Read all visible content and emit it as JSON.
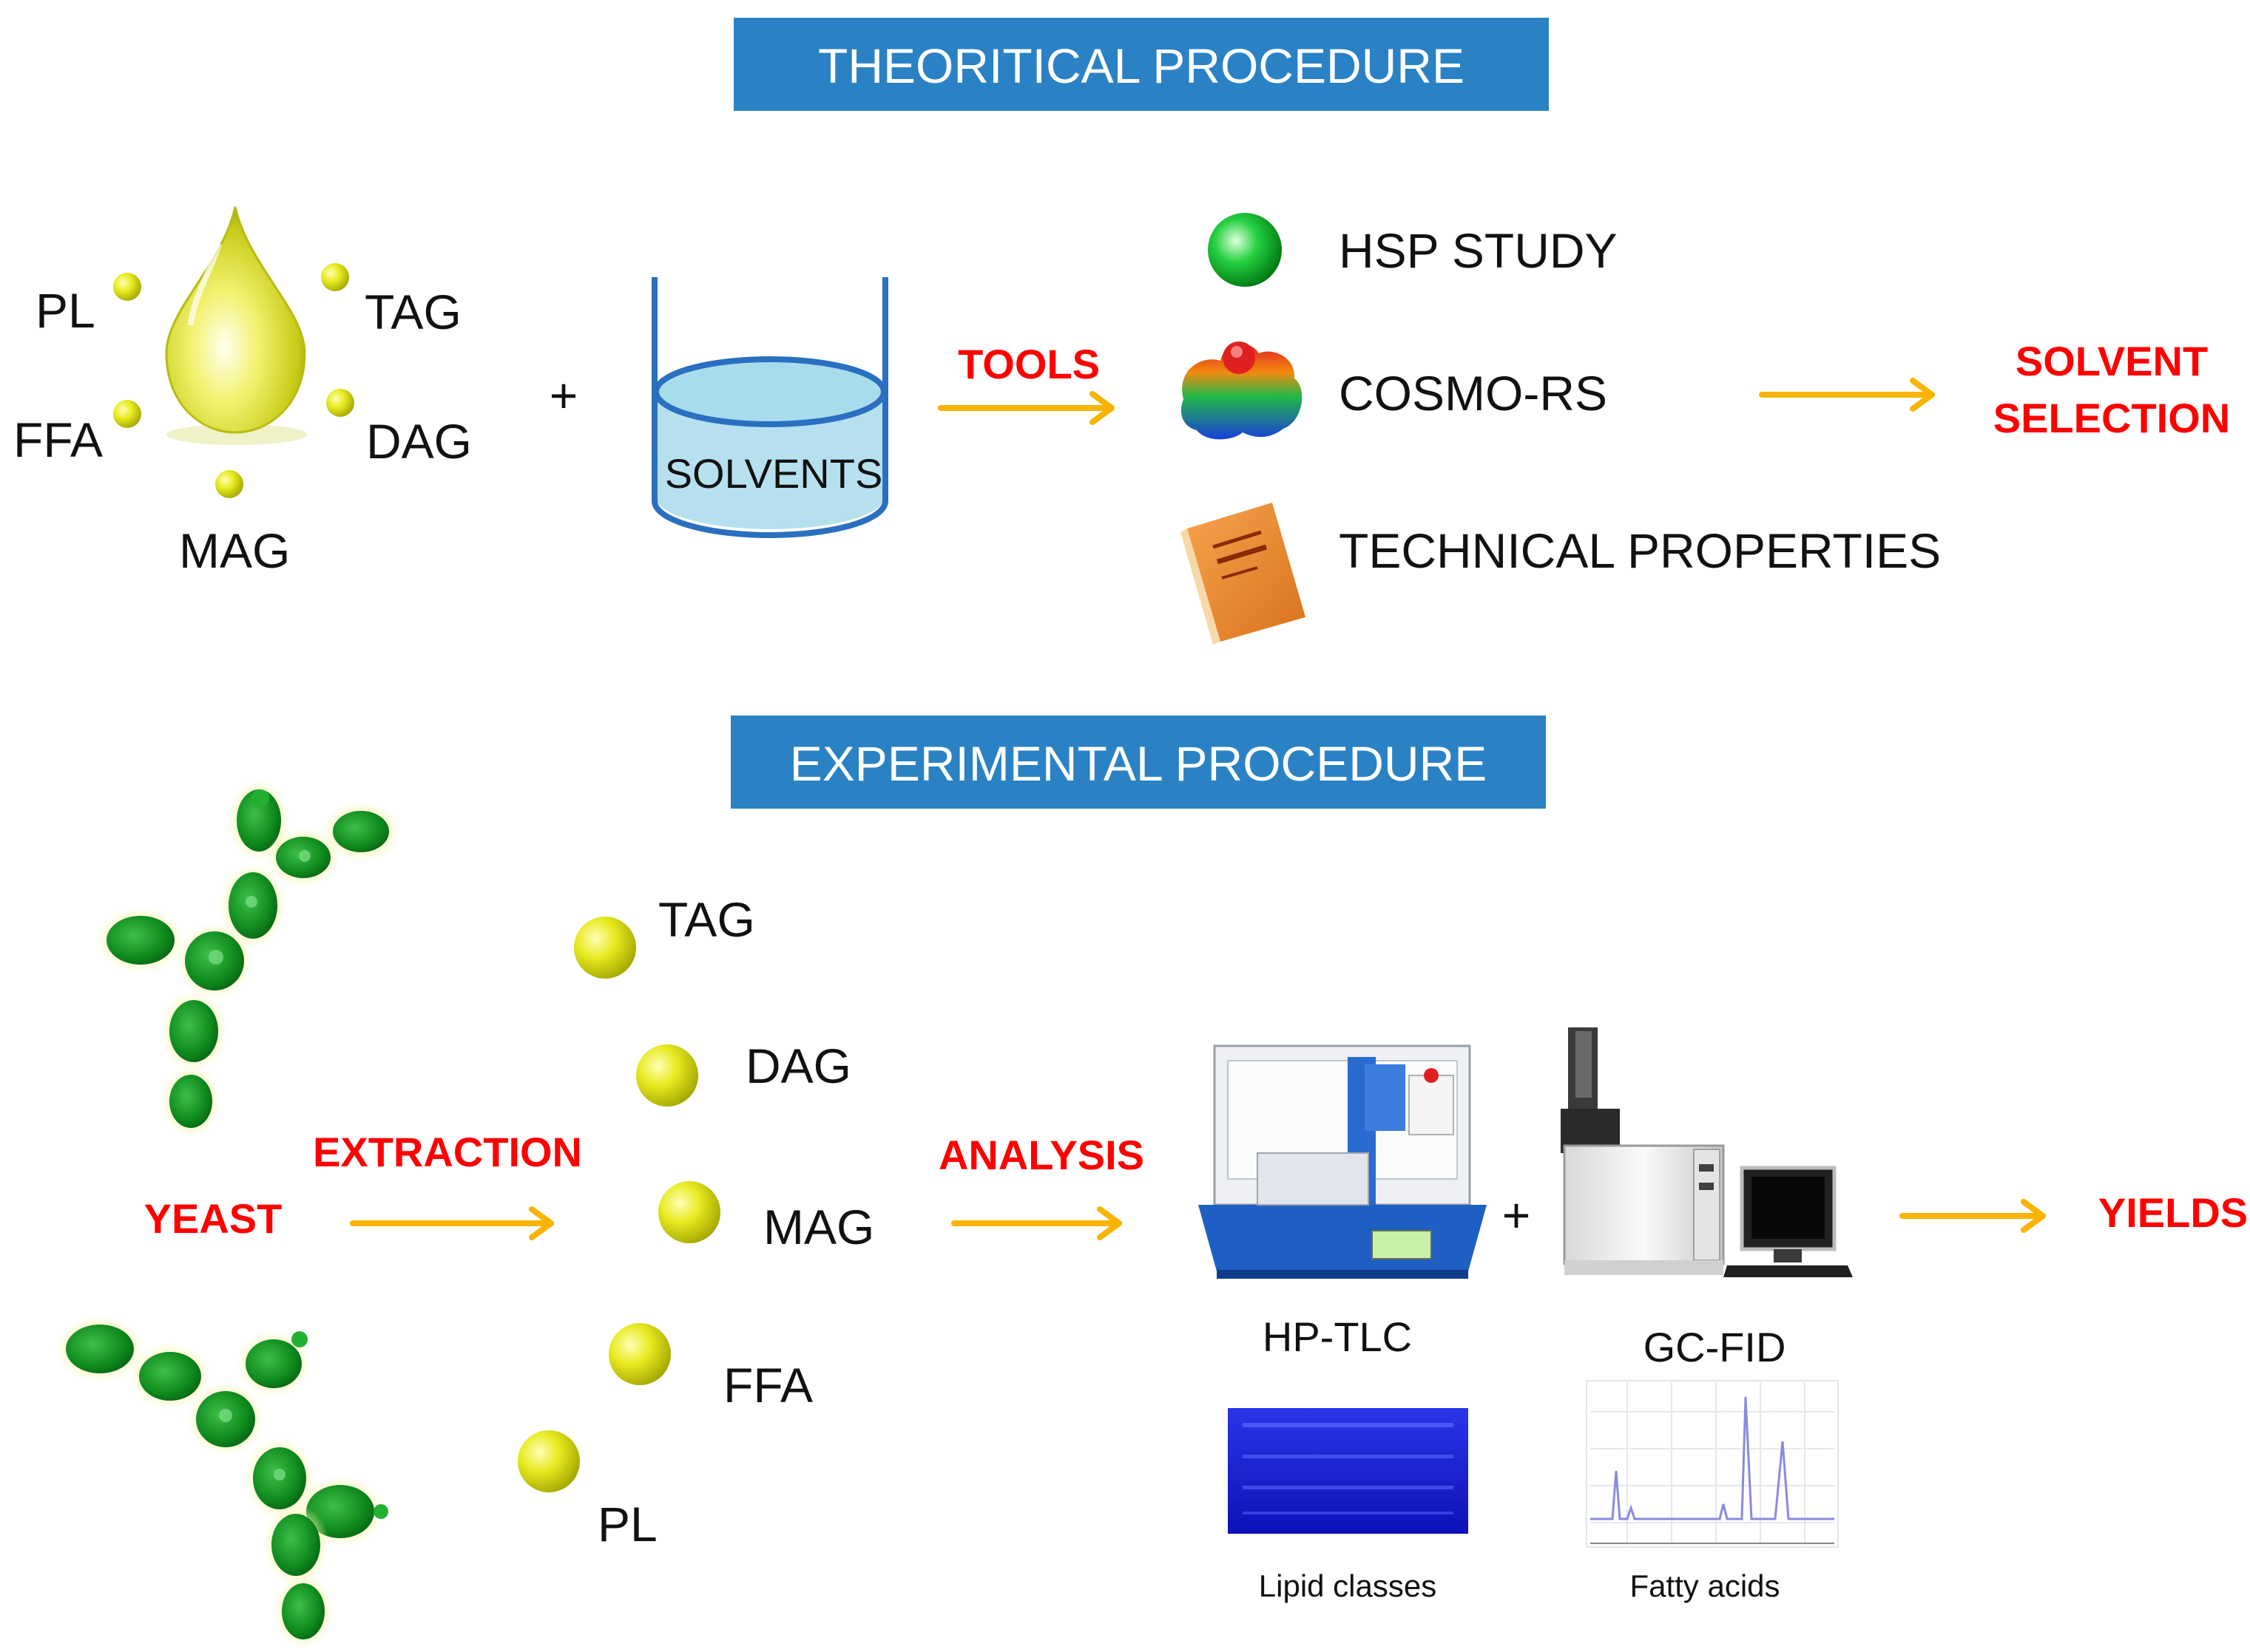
{
  "theoretical": {
    "header": "THEORITICAL PROCEDURE",
    "lipids": {
      "pl": "PL",
      "tag": "TAG",
      "ffa": "FFA",
      "dag": "DAG",
      "mag": "MAG"
    },
    "plus": "+",
    "solvents": "SOLVENTS",
    "tools": "TOOLS",
    "tool_items": {
      "hsp": "HSP STUDY",
      "cosmo": "COSMO-RS",
      "technical": "TECHNICAL PROPERTIES"
    },
    "result": {
      "line1": "SOLVENT",
      "line2": "SELECTION"
    }
  },
  "experimental": {
    "header": "EXPERIMENTAL PROCEDURE",
    "yeast": "YEAST",
    "extraction": "EXTRACTION",
    "lipids": {
      "tag": "TAG",
      "dag": "DAG",
      "mag": "MAG",
      "ffa": "FFA",
      "pl": "PL"
    },
    "analysis": "ANALYSIS",
    "plus": "+",
    "instruments": {
      "hptlc": "HP-TLC",
      "gcfid": "GC-FID"
    },
    "captions": {
      "lipid_classes": "Lipid classes",
      "fatty_acids": "Fatty acids"
    },
    "result": "YIELDS"
  },
  "colors": {
    "header_bg": "#2a82c4",
    "arrow": "#f8b400",
    "highlight": "#ff0000",
    "lipid_ball": "#e8ea20",
    "yeast": "#1a9a2a",
    "tlc_plate": "#1520d8"
  }
}
